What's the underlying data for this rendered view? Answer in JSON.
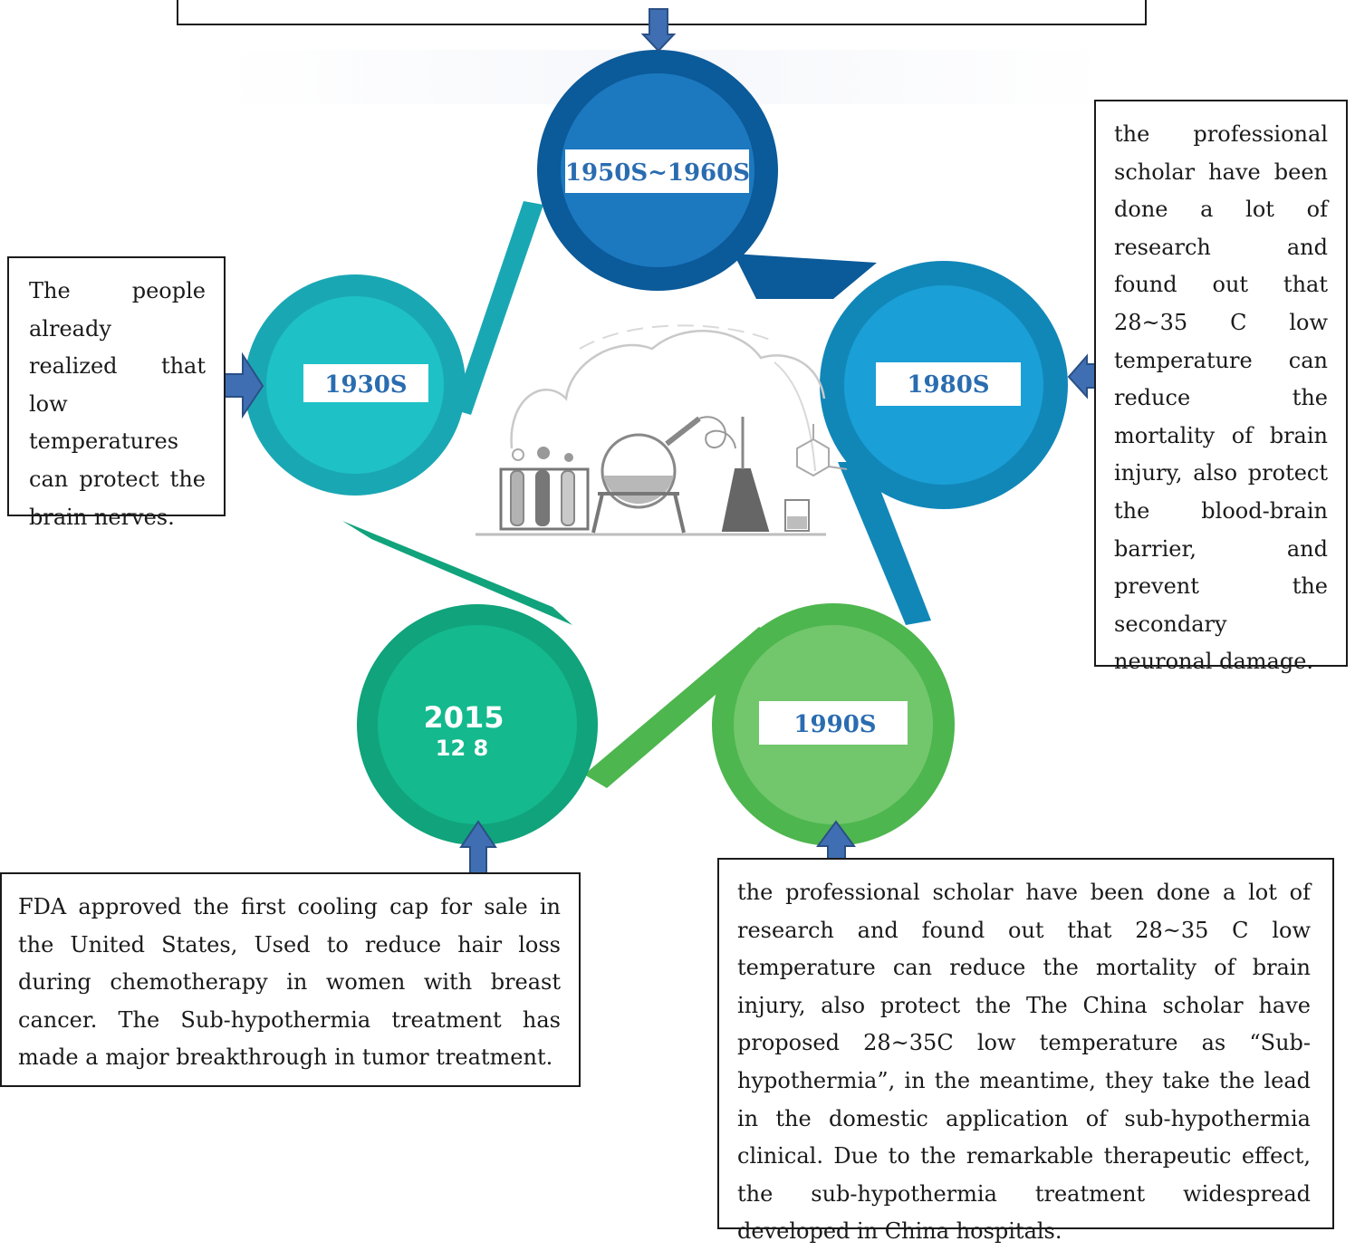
{
  "nodes": {
    "n1950": {
      "label": "1950S~1960S",
      "color": "#0b5a99"
    },
    "n1930": {
      "label": "1930S",
      "color": "#1aa7b4"
    },
    "n1980": {
      "label": "1980S",
      "color": "#1187b8"
    },
    "n1990": {
      "label": "1990S",
      "color": "#4db64e"
    },
    "n2015": {
      "year": "2015",
      "date": "12   8",
      "color": "#11a37b"
    }
  },
  "notes": {
    "n1930": "The people already realized that low temperatures can protect the brain nerves.",
    "n1980": "the professional scholar have been done a lot of research and found out that 28~35 C low temperature can reduce the mortality of brain injury, also protect the blood-brain barrier, and prevent the secondary neuronal damage.",
    "n2015": "FDA approved the first cooling cap for sale in the United States, Used to reduce hair loss during chemotherapy in women with breast cancer.   The Sub-hypothermia treatment has made a major breakthrough in tumor treatment.",
    "n1990": "the professional scholar have been done a lot of research and found out that 28~35 C low temperature can reduce the mortality of brain injury, also protect the The China scholar have proposed 28~35C low temperature as “Sub-hypothermia”, in the meantime, they take the lead in the domestic application of sub-hypothermia clinical. Due to the remarkable therapeutic effect, the sub-hypothermia treatment widespread developed in China hospitals."
  },
  "colors": {
    "arrow": "#3f6fb2",
    "arrow_outline": "#2a4f85",
    "label_text": "#2a6cb0",
    "lab_illustration": "#8a8a8a"
  }
}
